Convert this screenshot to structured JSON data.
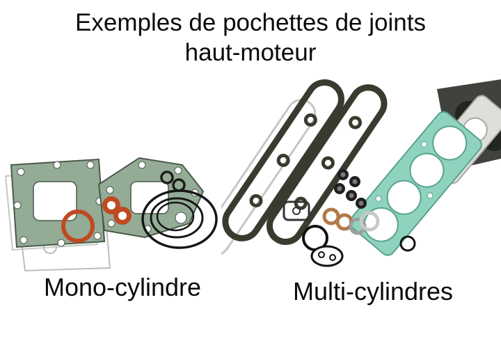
{
  "title": {
    "line1": "Exemples de pochettes de joints",
    "line2": "haut-moteur"
  },
  "sections": [
    {
      "id": "mono",
      "label": "Mono-cylindre"
    },
    {
      "id": "multi",
      "label": "Multi-cylindres"
    }
  ],
  "colors": {
    "background": "#ffffff",
    "text": "#0a0a0a",
    "gasket_green": "#94ac96",
    "gasket_green_outline": "#49584a",
    "gasket_teal": "#8fd3bf",
    "gasket_teal_outline": "#57a28e",
    "gasket_orange": "#bf4a22",
    "gasket_copper": "#b27a4a",
    "gasket_dark_olive": "#3a3a2e",
    "oring_black": "#161616",
    "paper_gasket_gray": "#c3c9c2"
  }
}
